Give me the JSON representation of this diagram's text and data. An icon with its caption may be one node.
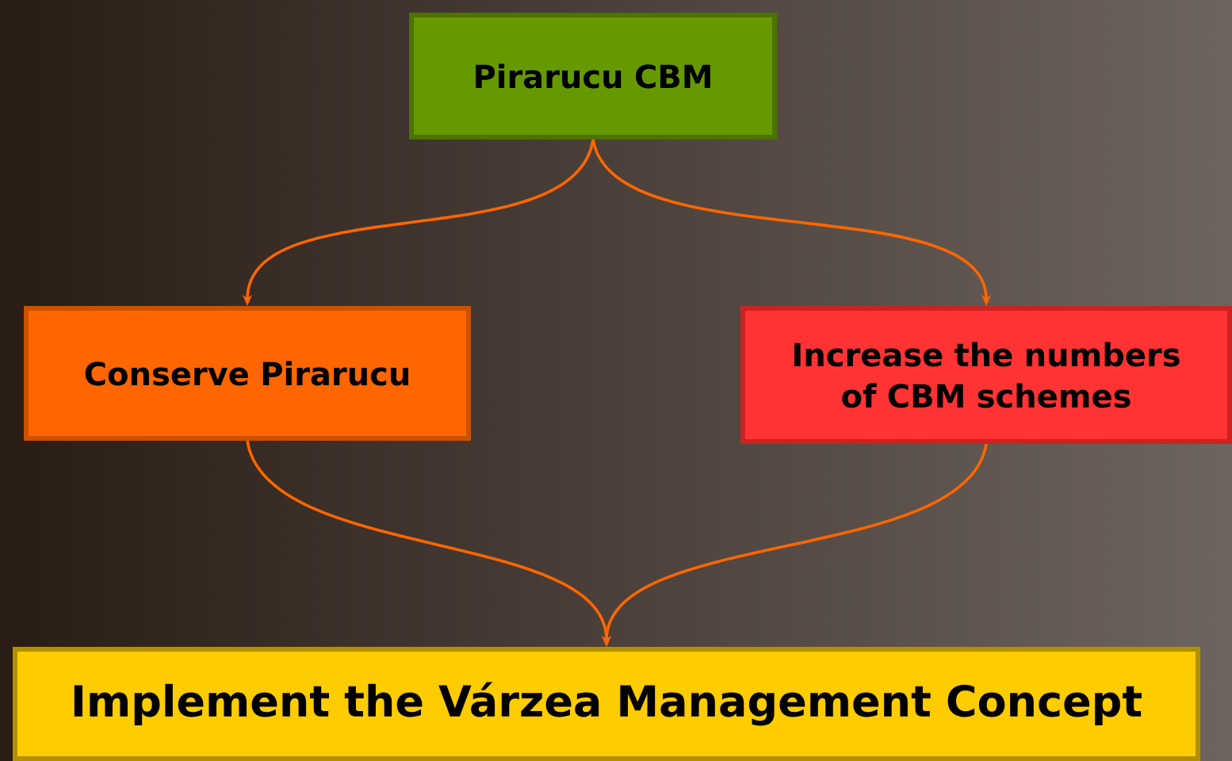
{
  "diagram": {
    "nodes": [
      {
        "text": [
          "Pirarucu CBM"
        ]
      },
      {
        "text": [
          "Conserve Pirarucu"
        ]
      },
      {
        "text": [
          "Increase the numbers of CBM schemes"
        ]
      },
      {
        "text": [
          "Implement the Várzea Management Concept"
        ]
      }
    ],
    "edges": [
      {
        "from": 0,
        "to": 1,
        "arrow": "to"
      },
      {
        "from": 0,
        "to": 2,
        "arrow": "to"
      },
      {
        "from": 1,
        "to": 3,
        "arrow": "to"
      },
      {
        "from": 2,
        "to": 3,
        "arrow": "to"
      }
    ]
  }
}
